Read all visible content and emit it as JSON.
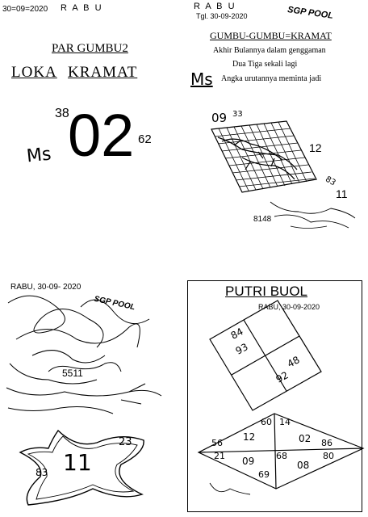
{
  "q1": {
    "date": "30=09=2020",
    "day": "R A B U",
    "heading": "PAR  GUMBU2",
    "loka": "LOKA",
    "kramat": "KRAMAT",
    "ms": "Ms",
    "big_number": "02",
    "num_left": "38",
    "num_right": "62"
  },
  "q2": {
    "day": "R A B U",
    "date": "Tgl. 30-09-2020",
    "stamp": "SGP POOL",
    "title": "GUMBU-GUMBU=KRAMAT",
    "line1": "Akhir Bulannya dalam genggaman",
    "line2": "Dua Tiga sekali lagi",
    "line3": "Angka urutannya meminta jadi",
    "ms": "Ms",
    "n09": "09",
    "n33": "33",
    "n12": "12",
    "n83": "83",
    "n11": "11",
    "n8148": "8148"
  },
  "q3": {
    "date": "RABU, 30-09- 2020",
    "stamp": "SGP POOL",
    "n5511": "5511",
    "n23": "23",
    "n11": "11",
    "n83": "83"
  },
  "q4": {
    "title": "PUTRI  BUOL",
    "date": "RABU, 30-09-2020",
    "d84": "84",
    "d93": "93",
    "d48": "48",
    "d92": "92",
    "k60": "60",
    "k14": "14",
    "k56": "56",
    "k12": "12",
    "k02": "02",
    "k86": "86",
    "k21": "21",
    "k09": "09",
    "k68": "68",
    "k80": "80",
    "k08": "08",
    "k69": "69"
  }
}
